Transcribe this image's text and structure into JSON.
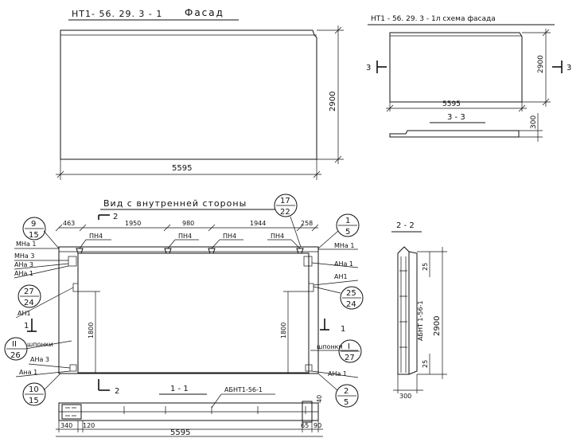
{
  "facade": {
    "title_code": "НТ1- 56. 29. 3 - 1",
    "title_word": "Фасад",
    "dim_width": "5595",
    "dim_height": "2900"
  },
  "scheme": {
    "title": "НТ1 - 56. 29. 3 - 1л схема фасада",
    "dim_width": "5595",
    "dim_height": "2900",
    "section_mark": "3",
    "section_label": "3 - 3",
    "dim_300": "300"
  },
  "inner_view": {
    "title": "Вид с внутренней стороны",
    "dims_top": [
      "463",
      "1950",
      "980",
      "1944",
      "258"
    ],
    "pn_labels": [
      "ПН4",
      "ПН4",
      "ПН4",
      "ПН4"
    ],
    "left_labels": [
      "МНа 1",
      "МНа 3",
      "АНа 3",
      "АНа 1",
      "АН1",
      "шпонки",
      "АНа 3",
      "Ана 1"
    ],
    "right_labels": [
      "МНа 1",
      "АНа 1",
      "АН1",
      "шпонки",
      "АНа 1"
    ],
    "dim_1800_left": "1800",
    "dim_1800_right": "1800",
    "section_1": "1",
    "section_2": "2",
    "circles": [
      {
        "top": "9",
        "bottom": "15"
      },
      {
        "top": "17",
        "bottom": "22"
      },
      {
        "top": "1",
        "bottom": "5"
      },
      {
        "top": "27",
        "bottom": "24"
      },
      {
        "top": "25",
        "bottom": "24"
      },
      {
        "top": "II",
        "bottom": "26"
      },
      {
        "top": "I",
        "bottom": "27"
      },
      {
        "top": "10",
        "bottom": "15"
      },
      {
        "top": "2",
        "bottom": "5"
      }
    ]
  },
  "section_1_1": {
    "title": "1 - 1",
    "label": "АБНТ1-56-1",
    "dims": [
      "340",
      "120",
      "5595",
      "65",
      "90",
      "40"
    ]
  },
  "section_2_2": {
    "title": "2 - 2",
    "label": "АБНТ 1-56-1",
    "dim_height": "2900",
    "dim_25_top": "25",
    "dim_25_bottom": "25",
    "dim_width": "300"
  }
}
